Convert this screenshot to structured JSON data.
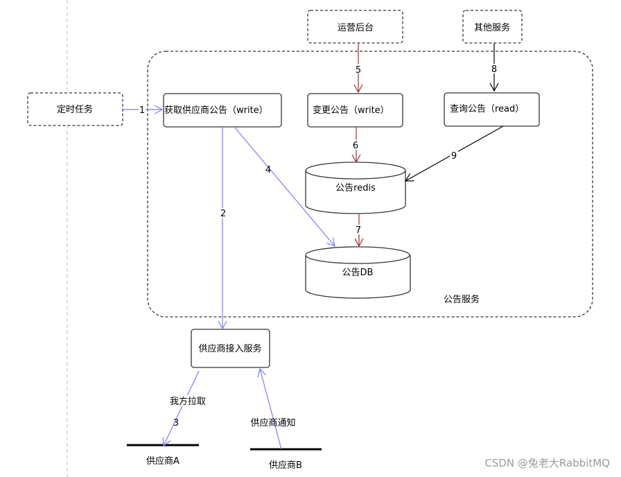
{
  "diagram": {
    "container": {
      "label": "公告服务"
    },
    "nodes": {
      "scheduled_task": "定时任务",
      "ops_backend": "运营后台",
      "other_services": "其他服务",
      "fetch_supplier_notice": "获取供应商公告（write）",
      "change_notice": "变更公告（write）",
      "query_notice": "查询公告（read）",
      "notice_redis": "公告redis",
      "notice_db": "公告DB",
      "supplier_access": "供应商接入服务",
      "supplier_a": "供应商A",
      "supplier_b": "供应商B"
    },
    "edges": {
      "e1": {
        "label": "1",
        "from": "定时任务",
        "to": "获取供应商公告（write）",
        "color": "#7b7bff"
      },
      "e2": {
        "label": "2",
        "from": "获取供应商公告（write）",
        "to": "供应商接入服务",
        "color": "#7b7bff"
      },
      "e3": {
        "label": "3",
        "caption": "我方拉取",
        "from": "供应商接入服务",
        "to": "供应商A",
        "color": "#7b7bff"
      },
      "e4": {
        "label": "4",
        "from": "获取供应商公告（write）",
        "to": "公告DB",
        "color": "#7b7bff"
      },
      "e5": {
        "label": "5",
        "from": "运营后台",
        "to": "变更公告（write）",
        "color": "#a52a2a"
      },
      "e6": {
        "label": "6",
        "from": "变更公告（write）",
        "to": "公告redis",
        "color": "#a52a2a"
      },
      "e7": {
        "label": "7",
        "from": "公告redis",
        "to": "公告DB",
        "color": "#a52a2a"
      },
      "e8": {
        "label": "8",
        "from": "其他服务",
        "to": "查询公告（read）",
        "color": "#000000"
      },
      "e9": {
        "label": "9",
        "from": "查询公告（read）",
        "to": "公告redis",
        "color": "#000000"
      },
      "eb": {
        "caption": "供应商通知",
        "from": "供应商B",
        "to": "供应商接入服务",
        "color": "#7b7bff"
      }
    }
  },
  "watermark": "CSDN @兔老大RabbitMQ"
}
